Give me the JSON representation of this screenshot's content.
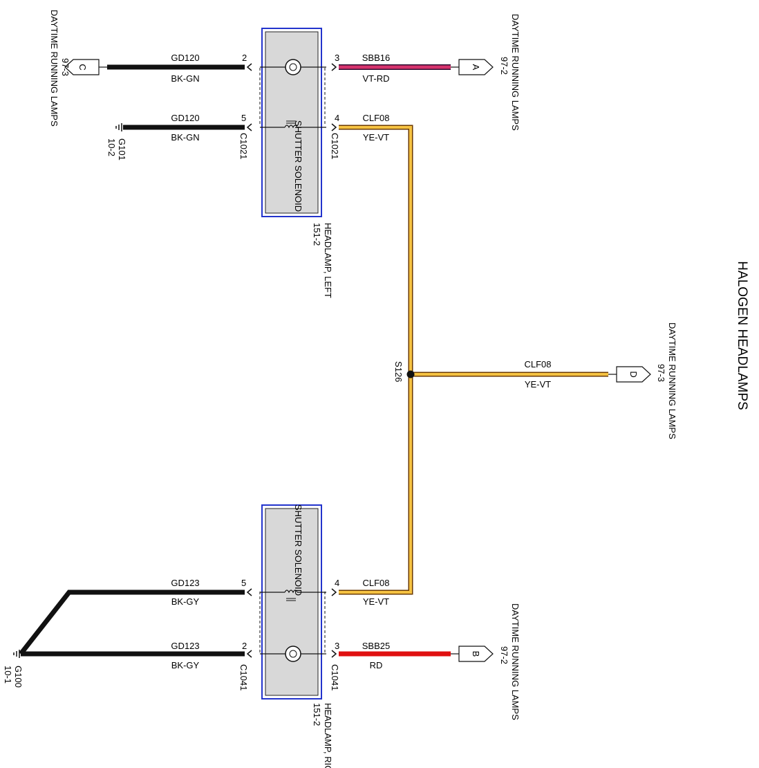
{
  "title": "HALOGEN HEADLAMPS",
  "colors": {
    "black_wire": "#111111",
    "vt_rd": "#d6336c",
    "rd": "#e01010",
    "ye_vt_outer": "#6b3a00",
    "ye_vt_inner": "#f5c242",
    "box_border": "#2233cc",
    "box_fill": "#d8d8d8"
  },
  "headlamp_left": {
    "name": "HEADLAMP, LEFT",
    "ref": "151-2",
    "component": "SHUTTER SOLENOID",
    "connector": "C1021"
  },
  "headlamp_right": {
    "name": "HEADLAMP, RIGHT",
    "ref": "151-2",
    "component": "SHUTTER SOLENOID",
    "connector": "C1041"
  },
  "splice": {
    "id": "S126"
  },
  "grounds": {
    "g101": {
      "id": "G101",
      "ref": "10-2"
    },
    "g100": {
      "id": "G100",
      "ref": "10-1"
    }
  },
  "refs": {
    "c": {
      "letter": "C",
      "title": "DAYTIME RUNNING LAMPS",
      "page": "97-3"
    },
    "a": {
      "letter": "A",
      "title": "DAYTIME RUNNING LAMPS",
      "page": "97-2"
    },
    "d": {
      "letter": "D",
      "title": "DAYTIME RUNNING LAMPS",
      "page": "97-3"
    },
    "b": {
      "letter": "B",
      "title": "DAYTIME RUNNING LAMPS",
      "page": "97-2"
    }
  },
  "wires": {
    "w1": {
      "circuit": "GD120",
      "color": "BK-GN",
      "pin": "2"
    },
    "w2": {
      "circuit": "SBB16",
      "color": "VT-RD",
      "pin": "3"
    },
    "w3": {
      "circuit": "GD120",
      "color": "BK-GN",
      "pin": "5"
    },
    "w4": {
      "circuit": "CLF08",
      "color": "YE-VT",
      "pin": "4"
    },
    "w5": {
      "circuit": "CLF08",
      "color": "YE-VT"
    },
    "w6": {
      "circuit": "GD123",
      "color": "BK-GY",
      "pin": "5"
    },
    "w7": {
      "circuit": "CLF08",
      "color": "YE-VT",
      "pin": "4"
    },
    "w8": {
      "circuit": "GD123",
      "color": "BK-GY",
      "pin": "2"
    },
    "w9": {
      "circuit": "SBB25",
      "color": "RD",
      "pin": "3"
    }
  }
}
